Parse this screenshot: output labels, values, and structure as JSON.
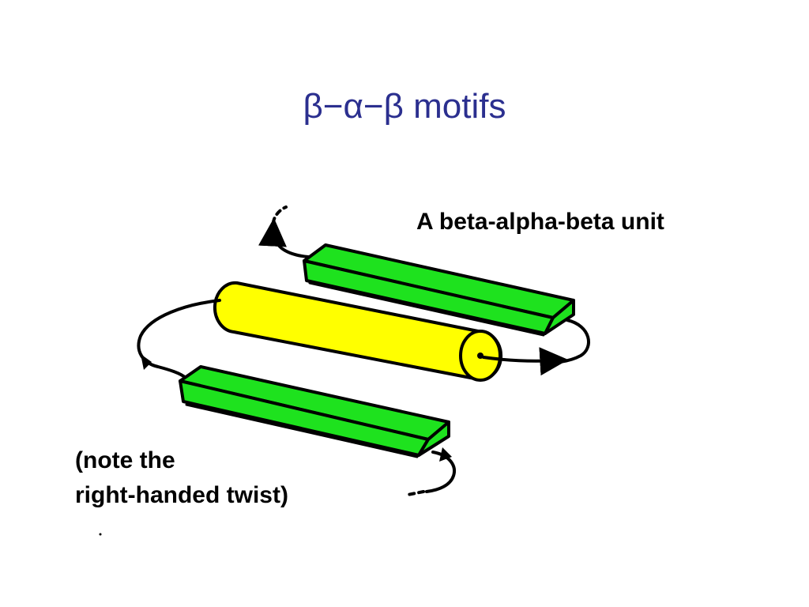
{
  "slide": {
    "title": "β−α−β motifs"
  },
  "diagram": {
    "label_unit": "A beta-alpha-beta unit",
    "note_line1": "(note the",
    "note_line2": "right-handed twist)",
    "colors": {
      "beta_strand": "#1ee21e",
      "beta_strand_dark": "#10a810",
      "alpha_helix": "#ffff00",
      "outline": "#000000",
      "title": "#2b2f8f"
    }
  }
}
